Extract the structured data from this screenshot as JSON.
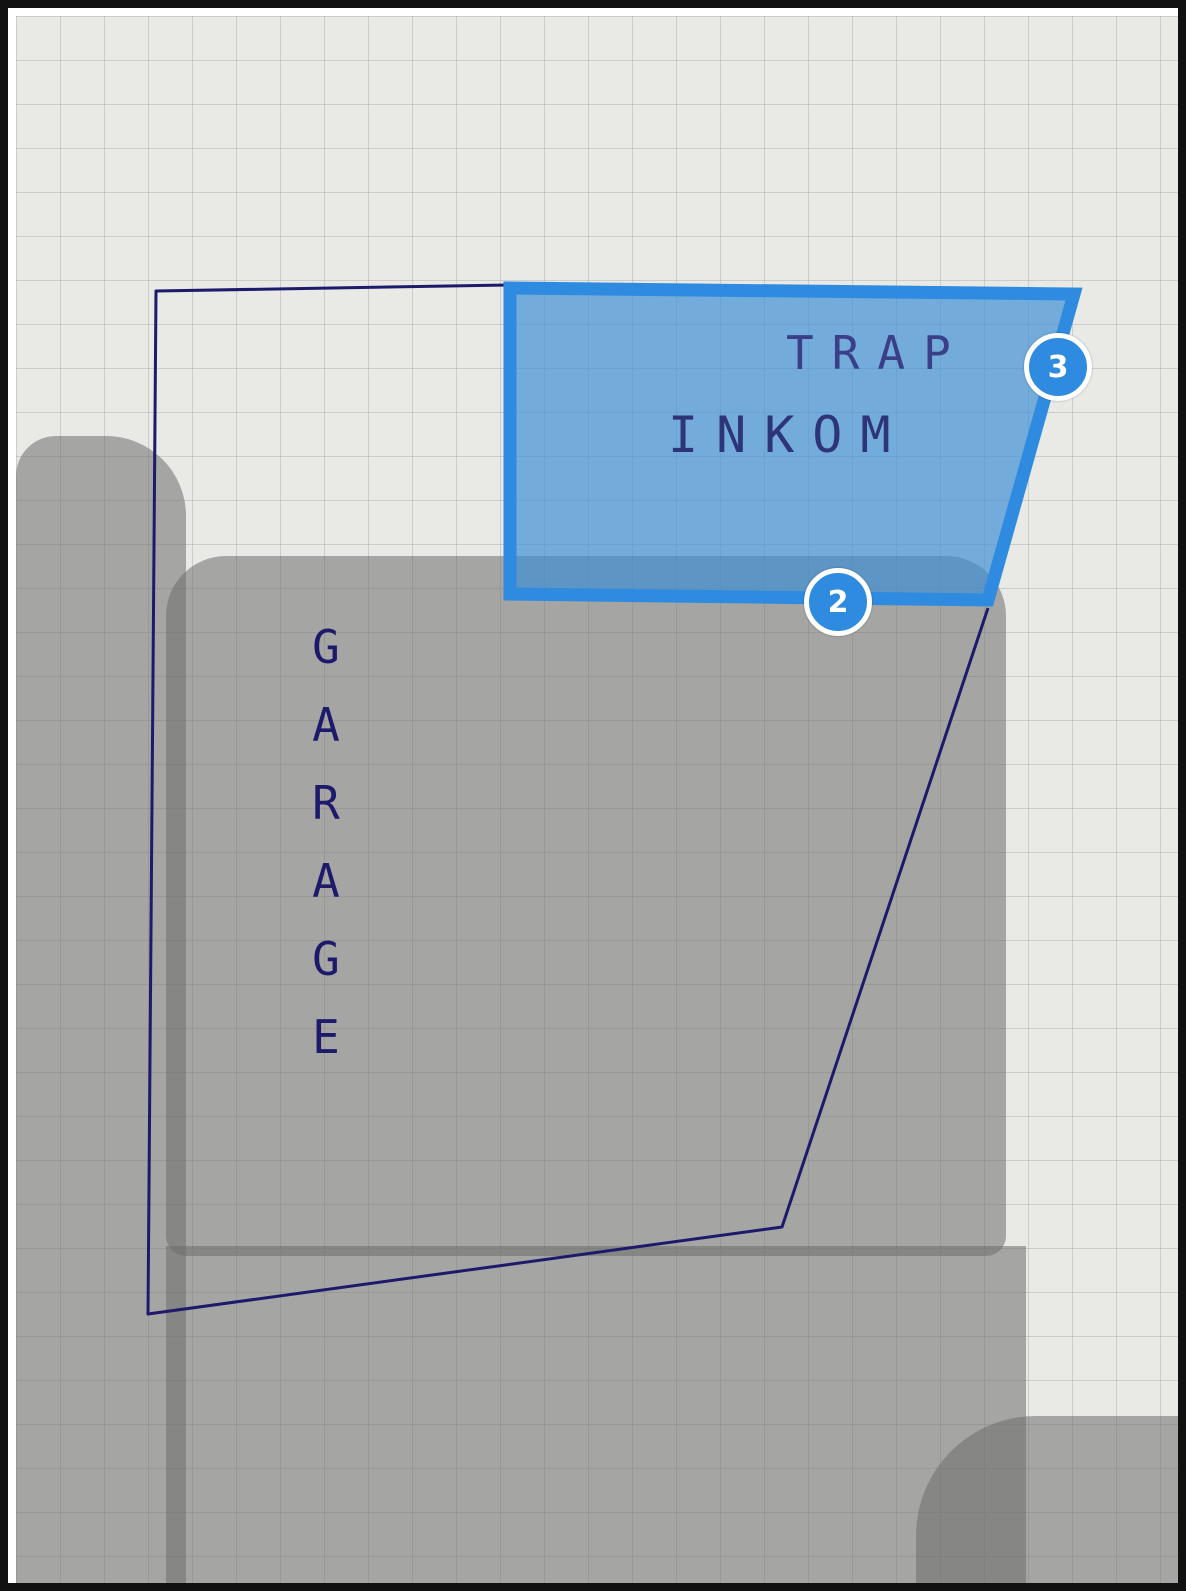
{
  "colors": {
    "selection_fill": "#3b8ed6",
    "selection_stroke": "#2f8be0",
    "pen_ink": "#1d1a6b"
  },
  "sketch": {
    "label_trap": "TRAP",
    "label_inkom": "INKOM",
    "garage_letters": [
      "G",
      "A",
      "R",
      "A",
      "G",
      "E"
    ]
  },
  "handles": {
    "handle_2": "2",
    "handle_3": "3"
  }
}
